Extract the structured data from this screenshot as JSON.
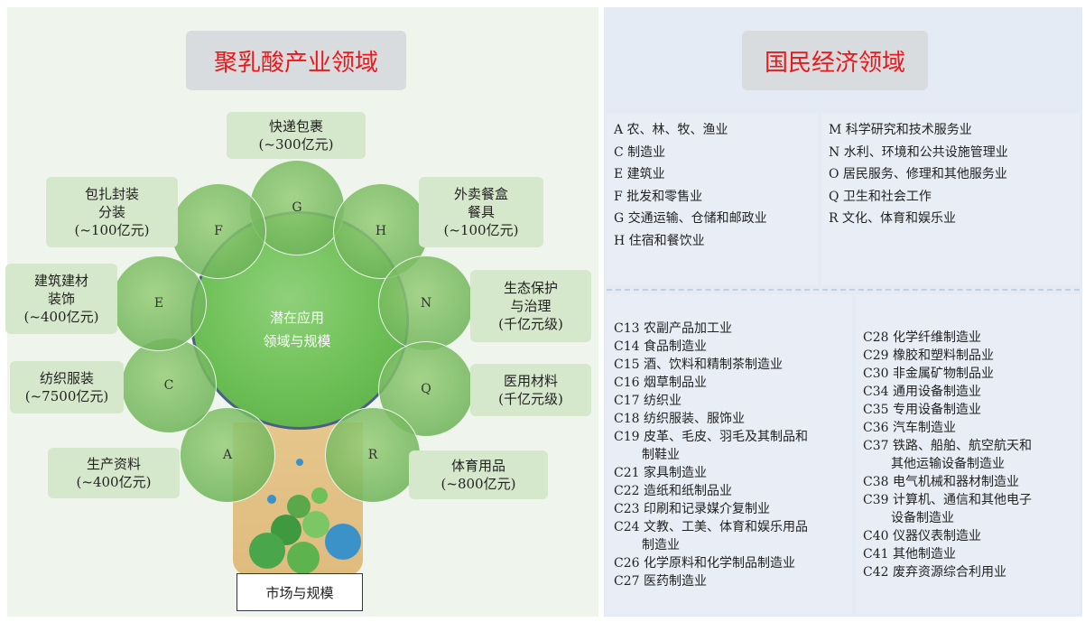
{
  "left_panel": {
    "title": "聚乳酸产业领域",
    "center_label": [
      "潜在应用",
      "领域与规模"
    ],
    "market_label": "市场与规模",
    "circles": [
      "G",
      "H",
      "N",
      "Q",
      "R",
      "A",
      "C",
      "E",
      "F"
    ],
    "boxes": {
      "G": [
        "快递包裹",
        "(~300亿元)"
      ],
      "H": [
        "外卖餐盒",
        "餐具",
        "(~100亿元)"
      ],
      "N": [
        "生态保护",
        "与治理",
        "(千亿元级)"
      ],
      "Q": [
        "医用材料",
        "(千亿元级)"
      ],
      "R": [
        "体育用品",
        "(~800亿元)"
      ],
      "A": [
        "生产资料",
        "(~400亿元)"
      ],
      "C": [
        "纺织服装",
        "(~7500亿元)"
      ],
      "E": [
        "建筑建材",
        "装饰",
        "(~400亿元)"
      ],
      "F": [
        "包扎封装",
        "分装",
        "(~100亿元)"
      ]
    }
  },
  "right_panel": {
    "title": "国民经济领域",
    "top_left": [
      "A  农、林、牧、渔业",
      "C  制造业",
      "E  建筑业",
      "F  批发和零售业",
      "G  交通运输、仓储和邮政业",
      "H  住宿和餐饮业"
    ],
    "top_right": [
      "M  科学研究和技术服务业",
      "N  水利、环境和公共设施管理业",
      "O  居民服务、修理和其他服务业",
      "Q  卫生和社会工作",
      "R  文化、体育和娱乐业"
    ],
    "bottom_left": [
      "C13 农副产品加工业",
      "C14 食品制造业",
      "C15 酒、饮料和精制茶制造业",
      "C16 烟草制品业",
      "C17 纺织业",
      "C18 纺织服装、服饰业",
      "C19 皮革、毛皮、羽毛及其制品和",
      "制鞋业",
      "C21 家具制造业",
      "C22 造纸和纸制品业",
      "C23 印刷和记录媒介复制业",
      "C24 文教、工美、体育和娱乐用品",
      "制造业",
      "C26 化学原料和化学制品制造业",
      "C27 医药制造业"
    ],
    "bottom_right": [
      "C28 化学纤维制造业",
      "C29 橡胶和塑料制品业",
      "C30 非金属矿物制品业",
      "C34 通用设备制造业",
      "C35 专用设备制造业",
      "C36 汽车制造业",
      "C37 铁路、船舶、航空航天和",
      "其他运输设备制造业",
      "C38 电气机械和器材制造业",
      "C39 计算机、通信和其他电子",
      "设备制造业",
      "C40 仪器仪表制造业",
      "C41 其他制造业",
      "C42 废弃资源综合利用业"
    ]
  },
  "colors": {
    "title_red": "#e8191c",
    "circle_green": "#6cbf55",
    "box_green": "#d6e8cb",
    "trunk": "#e6c68c"
  }
}
